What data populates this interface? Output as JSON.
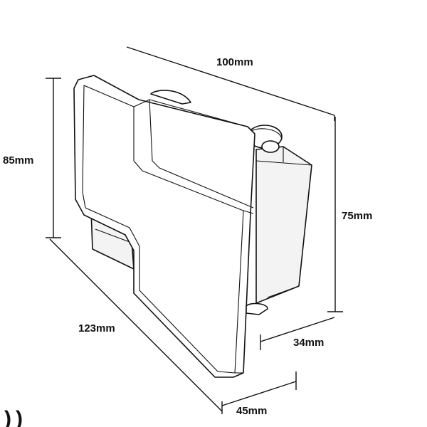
{
  "dimensions": {
    "width": "100mm",
    "height_left": "85mm",
    "height_right": "75mm",
    "length": "123mm",
    "depth_inner": "34mm",
    "depth_outer": "45mm"
  },
  "corner_glyph": ")",
  "colors": {
    "line": "#111111",
    "background": "#ffffff",
    "shade": "#f3f3f3"
  }
}
